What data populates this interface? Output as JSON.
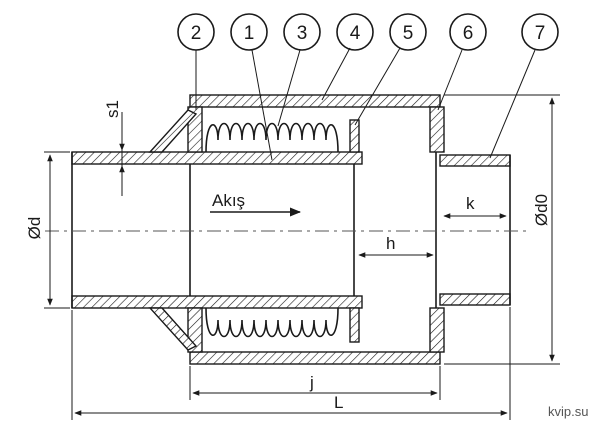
{
  "callouts": [
    "2",
    "1",
    "3",
    "4",
    "5",
    "6",
    "7"
  ],
  "dimensions": {
    "s1": "s1",
    "d": "Ød",
    "d0": "Ød0",
    "h": "h",
    "k": "k",
    "j": "j",
    "L": "L"
  },
  "flow_label": "Akış",
  "watermark": "kvip.su",
  "colors": {
    "line": "#1a1a1a",
    "background": "#ffffff"
  }
}
